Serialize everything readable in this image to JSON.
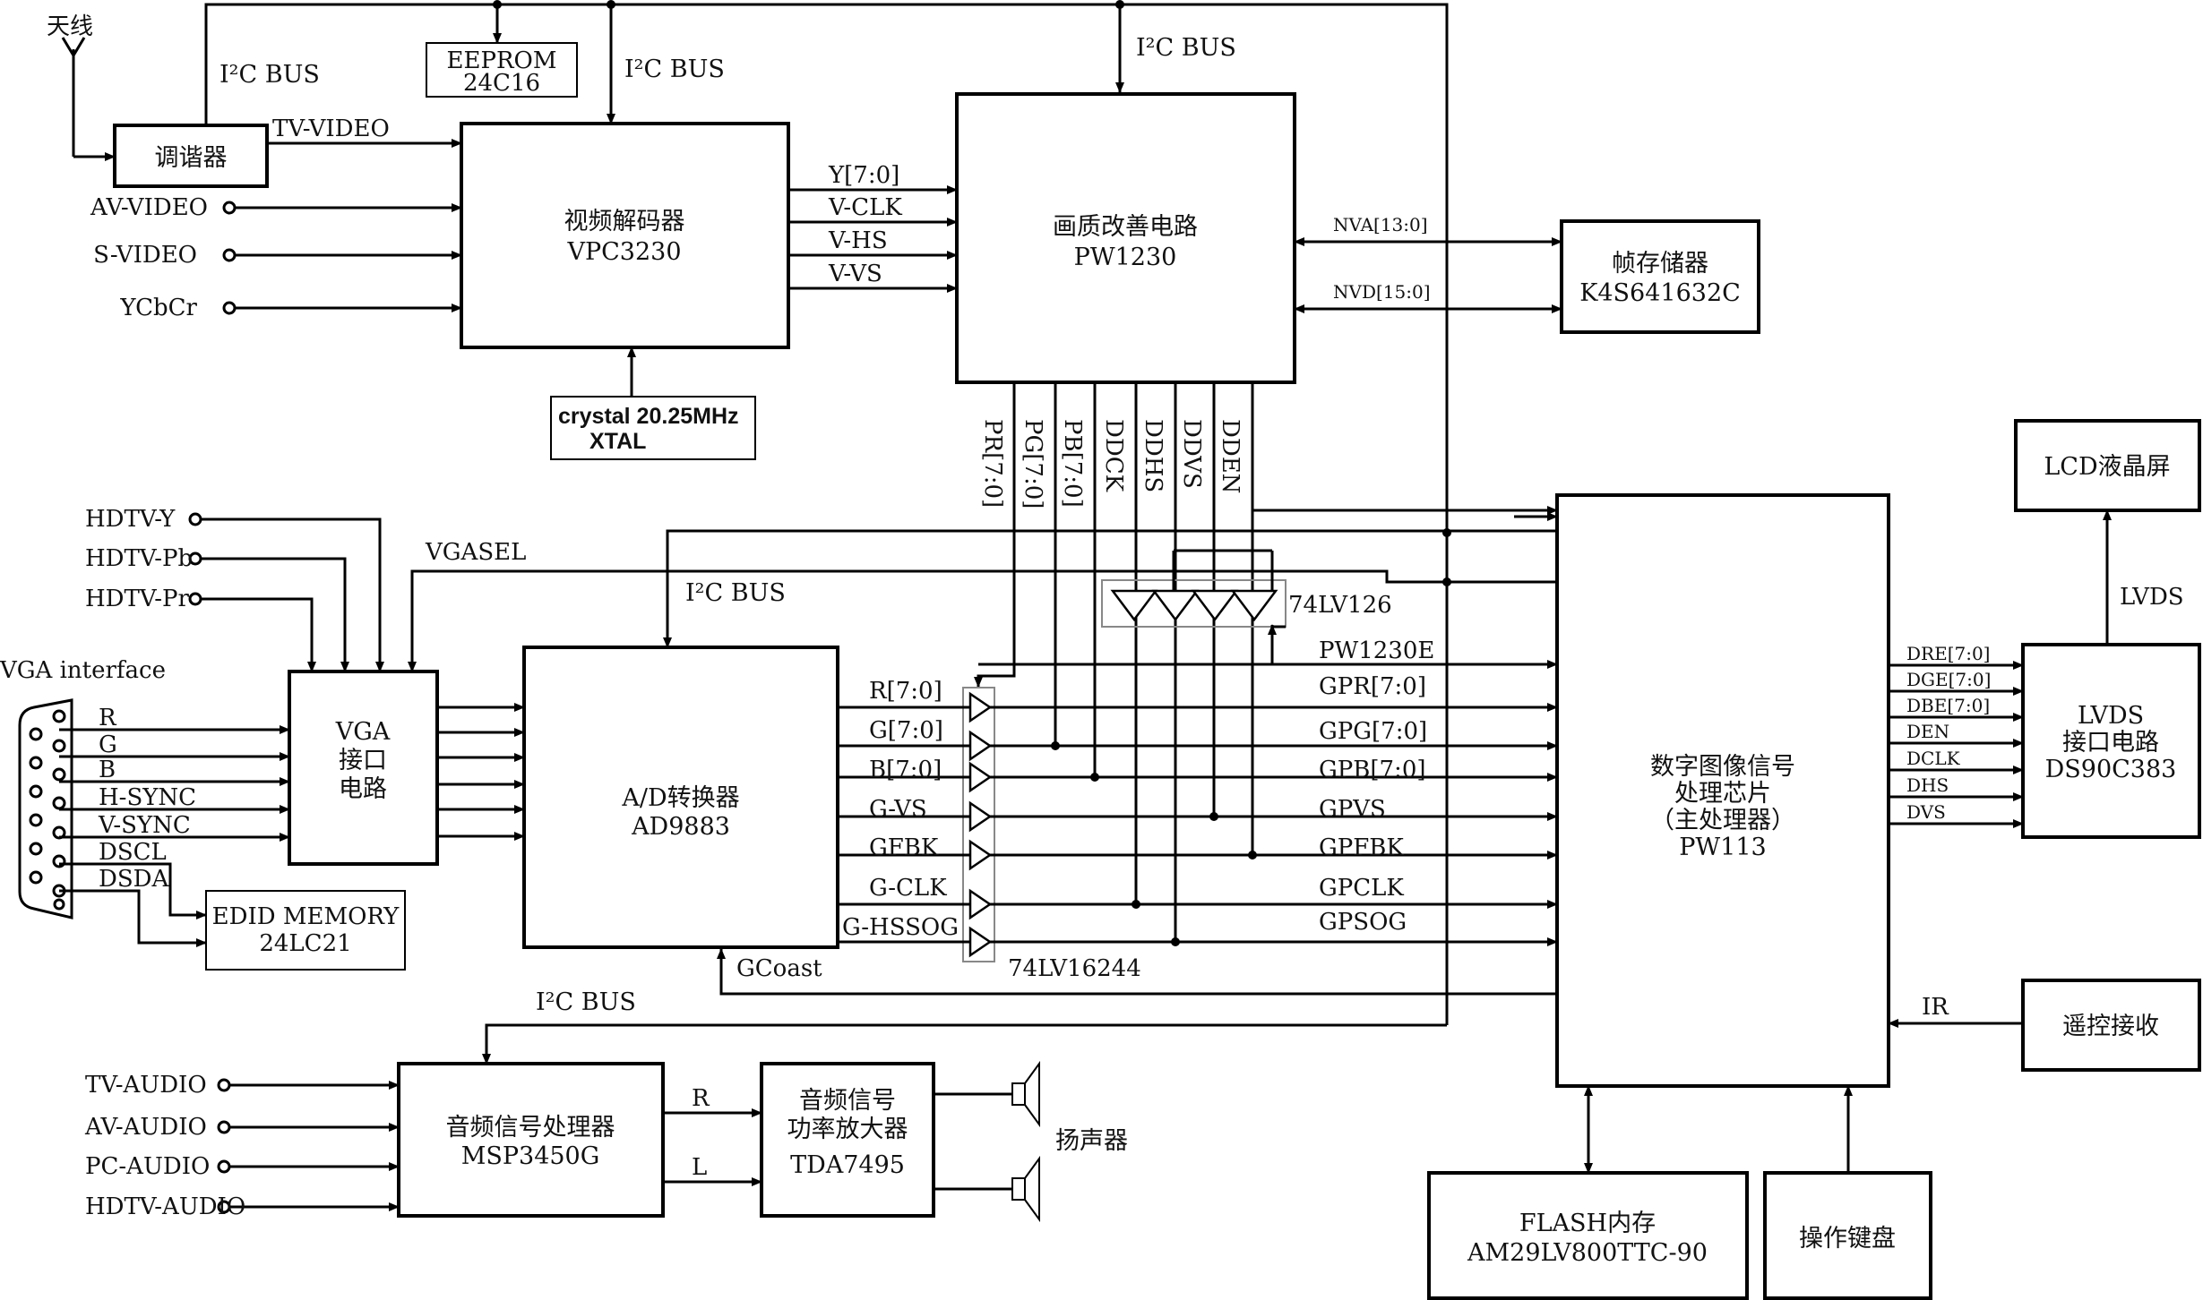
{
  "blocks": {
    "tuner": {
      "label": "调谐器"
    },
    "eeprom": {
      "line1": "EEPROM",
      "line2": "24C16"
    },
    "video_decoder": {
      "line1": "视频解码器",
      "line2": "VPC3230"
    },
    "crystal": {
      "line1": "crystal 20.25MHz",
      "line2": "XTAL"
    },
    "picture_enhancer": {
      "line1": "画质改善电路",
      "line2": "PW1230"
    },
    "frame_memory": {
      "line1": "帧存储器",
      "line2": "K4S641632C"
    },
    "lcd": {
      "label": "LCD液晶屏"
    },
    "vga_interface_circuit": {
      "line1": "VGA",
      "line2": "接口",
      "line3": "电路"
    },
    "ad_converter": {
      "line1": "A/D转换器",
      "line2": "AD9883"
    },
    "edid_memory": {
      "line1": "EDID MEMORY",
      "line2": "24LC21"
    },
    "main_processor": {
      "line1": "数字图像信号",
      "line2": "处理芯片",
      "line3": "（主处理器）",
      "line4": "PW113"
    },
    "lvds": {
      "line1": "LVDS",
      "line2": "接口电路",
      "line3": "DS90C383"
    },
    "remote_receiver": {
      "label": "遥控接收"
    },
    "audio_processor": {
      "line1": "音频信号处理器",
      "line2": "MSP3450G"
    },
    "audio_amplifier": {
      "line1": "音频信号",
      "line2": "功率放大器",
      "line3": "TDA7495"
    },
    "flash": {
      "line1": "FLASH内存",
      "line2": "AM29LV800TTC-90"
    },
    "keyboard": {
      "label": "操作键盘"
    }
  },
  "labels": {
    "antenna": "天线",
    "i2c_bus": "I²C BUS",
    "tv_video": "TV-VIDEO",
    "av_video": "AV-VIDEO",
    "s_video": "S-VIDEO",
    "ycbcr": "YCbCr",
    "y70": "Y[7:0]",
    "vclk": "V-CLK",
    "vhs": "V-HS",
    "vvs": "V-VS",
    "nva": "NVA[13:0]",
    "nvd": "NVD[15:0]",
    "pr70": "PR[7:0]",
    "pg70": "PG[7:0]",
    "pb70": "PB[7:0]",
    "ddck": "DDCK",
    "ddhs": "DDHS",
    "ddvs": "DDVS",
    "dden": "DDEN",
    "hdtv_y": "HDTV-Y",
    "hdtv_pb": "HDTV-Pb",
    "hdtv_pr": "HDTV-Pr",
    "vgasel": "VGASEL",
    "vga_if": "VGA interface",
    "r": "R",
    "g": "G",
    "b": "B",
    "hsync": "H-SYNC",
    "vsync": "V-SYNC",
    "dscl": "DSCL",
    "dsda": "DSDA",
    "buf126": "74LV126",
    "buf16244": "74LV16244",
    "pw1230e": "PW1230E",
    "r70": "R[7:0]",
    "g70": "G[7:0]",
    "b70": "B[7:0]",
    "gvs": "G-VS",
    "gfbk": "GFBK",
    "gclk": "G-CLK",
    "ghssog": "G-HSSOG",
    "gpr": "GPR[7:0]",
    "gpg": "GPG[7:0]",
    "gpb": "GPB[7:0]",
    "gpvs": "GPVS",
    "gpfbk": "GPFBK",
    "gpclk": "GPCLK",
    "gpsog": "GPSOG",
    "gcoast": "GCoast",
    "lvds_link": "LVDS",
    "dre": "DRE[7:0]",
    "dge": "DGE[7:0]",
    "dbe": "DBE[7:0]",
    "den": "DEN",
    "dclk": "DCLK",
    "dhs": "DHS",
    "dvs": "DVS",
    "ir": "IR",
    "tv_audio": "TV-AUDIO",
    "av_audio": "AV-AUDIO",
    "pc_audio": "PC-AUDIO",
    "hdtv_audio": "HDTV-AUDIO",
    "audio_r": "R",
    "audio_l": "L",
    "speaker": "扬声器"
  }
}
